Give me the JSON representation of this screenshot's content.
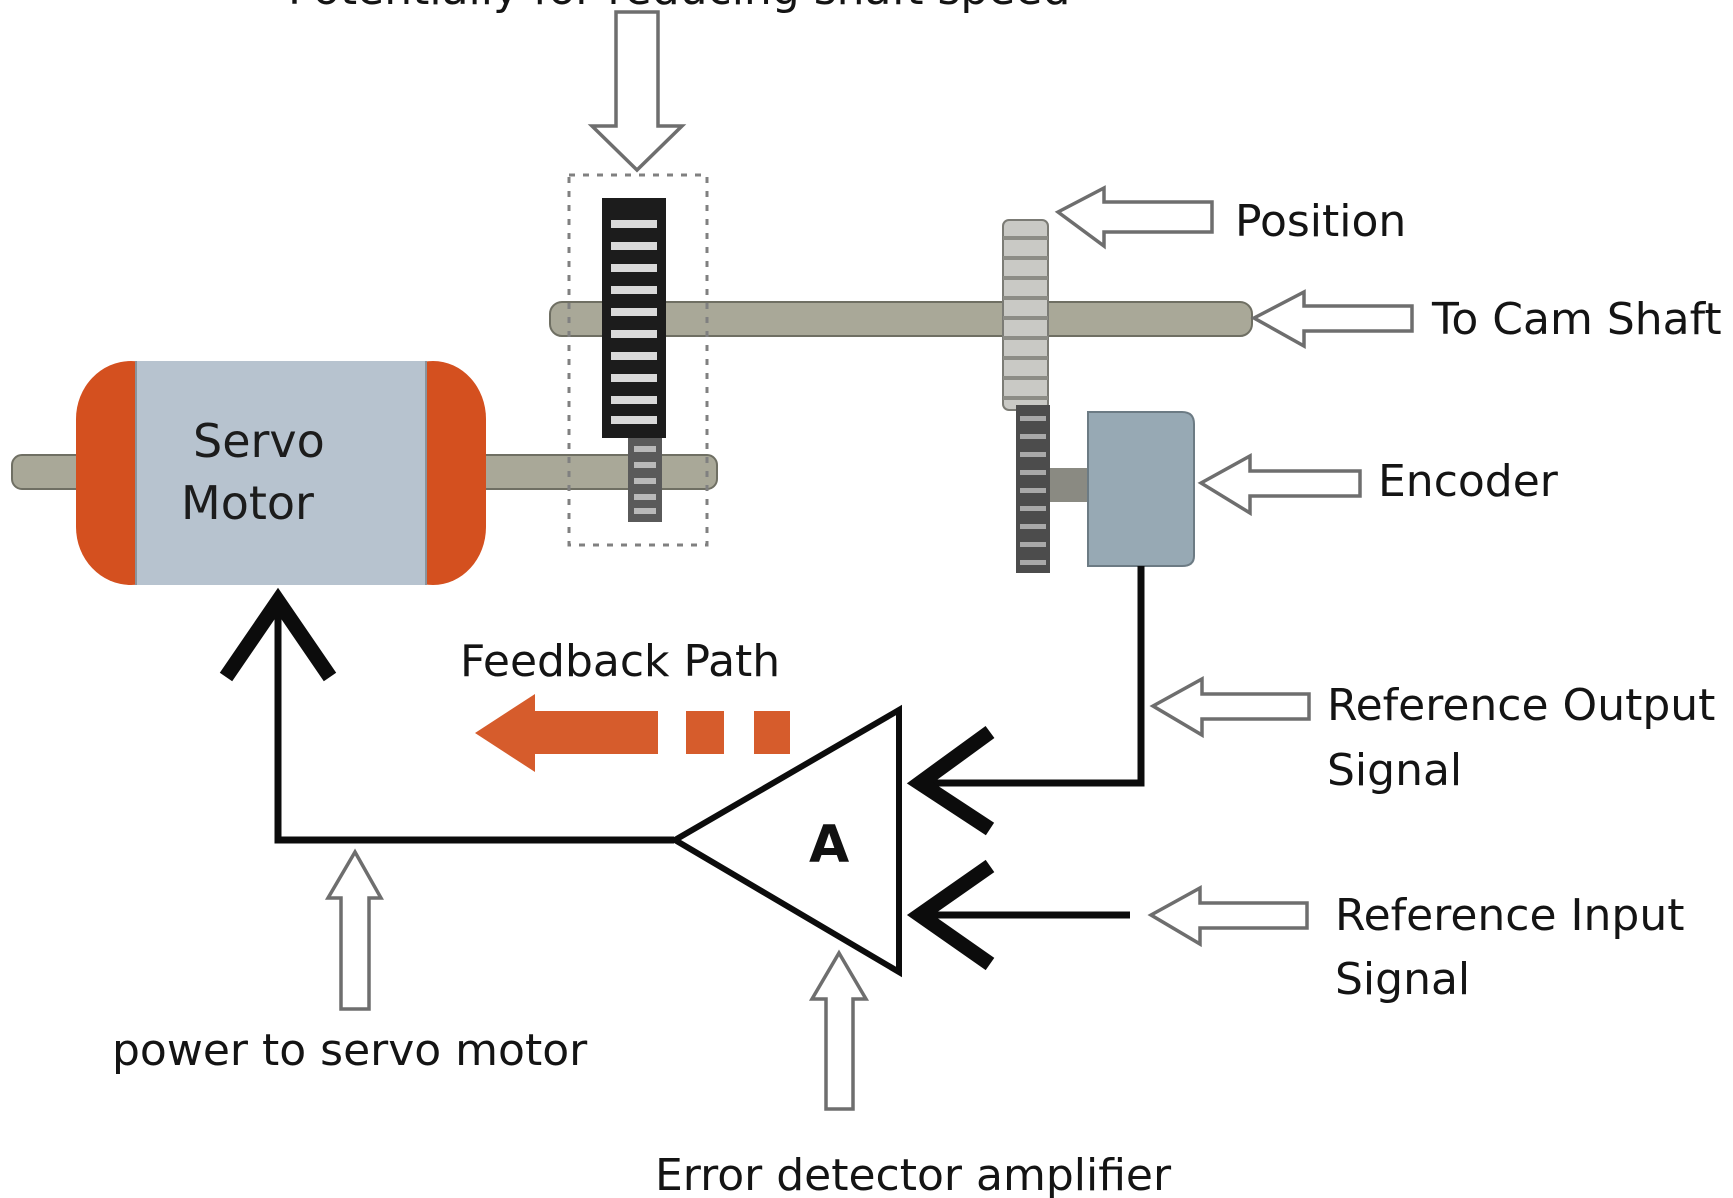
{
  "diagram": {
    "top_caption": "Potentially for reducing shaft speed",
    "motor": {
      "line1": "Servo",
      "line2": "Motor"
    },
    "labels": {
      "position": "Position",
      "cam_shaft": "To Cam Shaft",
      "encoder": "Encoder",
      "feedback_path": "Feedback Path",
      "ref_output_line1": "Reference Output",
      "ref_output_line2": "Signal",
      "ref_input_line1": "Reference Input",
      "ref_input_line2": "Signal",
      "power": "power to servo motor",
      "error_detector": "Error detector amplifier"
    },
    "amplifier_symbol": "A"
  },
  "colors": {
    "motor_body": "#b7c3cf",
    "motor_caps": "#d4501f",
    "shaft": "#a9a898",
    "encoder_body": "#97a9b4",
    "feedback_arrow": "#d65c2c",
    "wire": "#0c0c0c"
  },
  "icons": {
    "callout_arrow": "hollow-arrow",
    "input_arrow": "chevron-arrow",
    "feedback_arrow": "dashed-thick-arrow"
  }
}
